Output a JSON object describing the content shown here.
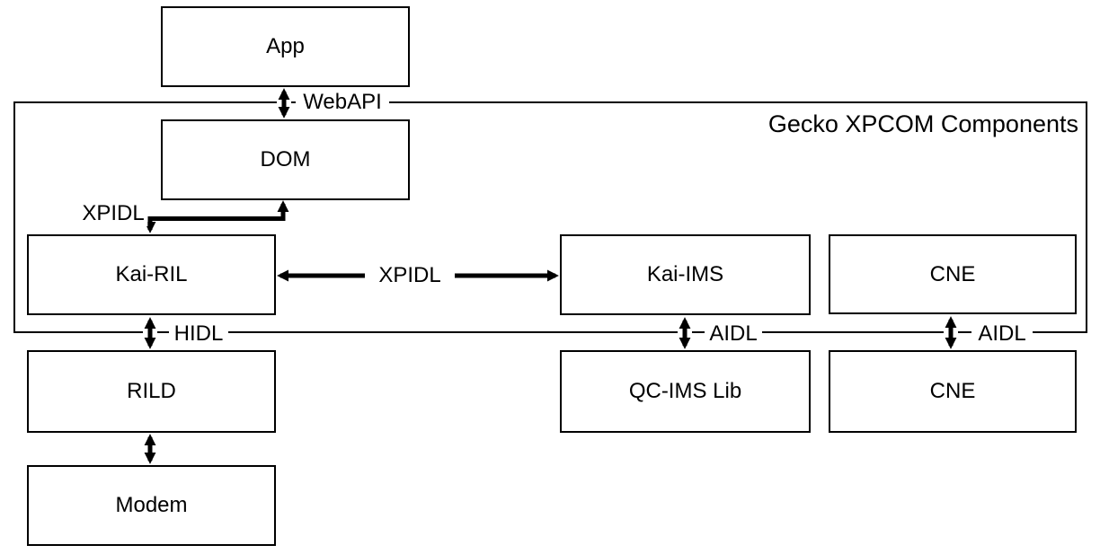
{
  "diagram": {
    "container_label": "Gecko XPCOM Components",
    "nodes": {
      "app": {
        "label": "App"
      },
      "dom": {
        "label": "DOM"
      },
      "kai_ril": {
        "label": "Kai-RIL"
      },
      "kai_ims": {
        "label": "Kai-IMS"
      },
      "cne_upper": {
        "label": "CNE"
      },
      "rild": {
        "label": "RILD"
      },
      "qc_ims_lib": {
        "label": "QC-IMS Lib"
      },
      "cne_lower": {
        "label": "CNE"
      },
      "modem": {
        "label": "Modem"
      }
    },
    "connectors": {
      "webapi": {
        "label": "WebAPI",
        "from": "App",
        "to": "DOM",
        "type": "bidirectional"
      },
      "xpidl_dom": {
        "label": "XPIDL",
        "from": "DOM",
        "to": "Kai-RIL",
        "type": "bidirectional"
      },
      "xpidl_ims": {
        "label": "XPIDL",
        "from": "Kai-RIL",
        "to": "Kai-IMS",
        "type": "bidirectional"
      },
      "hidl": {
        "label": "HIDL",
        "from": "Kai-RIL",
        "to": "RILD",
        "type": "bidirectional"
      },
      "aidl_ims": {
        "label": "AIDL",
        "from": "Kai-IMS",
        "to": "QC-IMS Lib",
        "type": "bidirectional"
      },
      "aidl_cne": {
        "label": "AIDL",
        "from": "CNE",
        "to": "CNE",
        "type": "bidirectional"
      },
      "rild_modem": {
        "label": "",
        "from": "RILD",
        "to": "Modem",
        "type": "bidirectional"
      }
    },
    "colors": {
      "stroke": "#000000",
      "text": "#000000",
      "background": "#ffffff"
    }
  }
}
